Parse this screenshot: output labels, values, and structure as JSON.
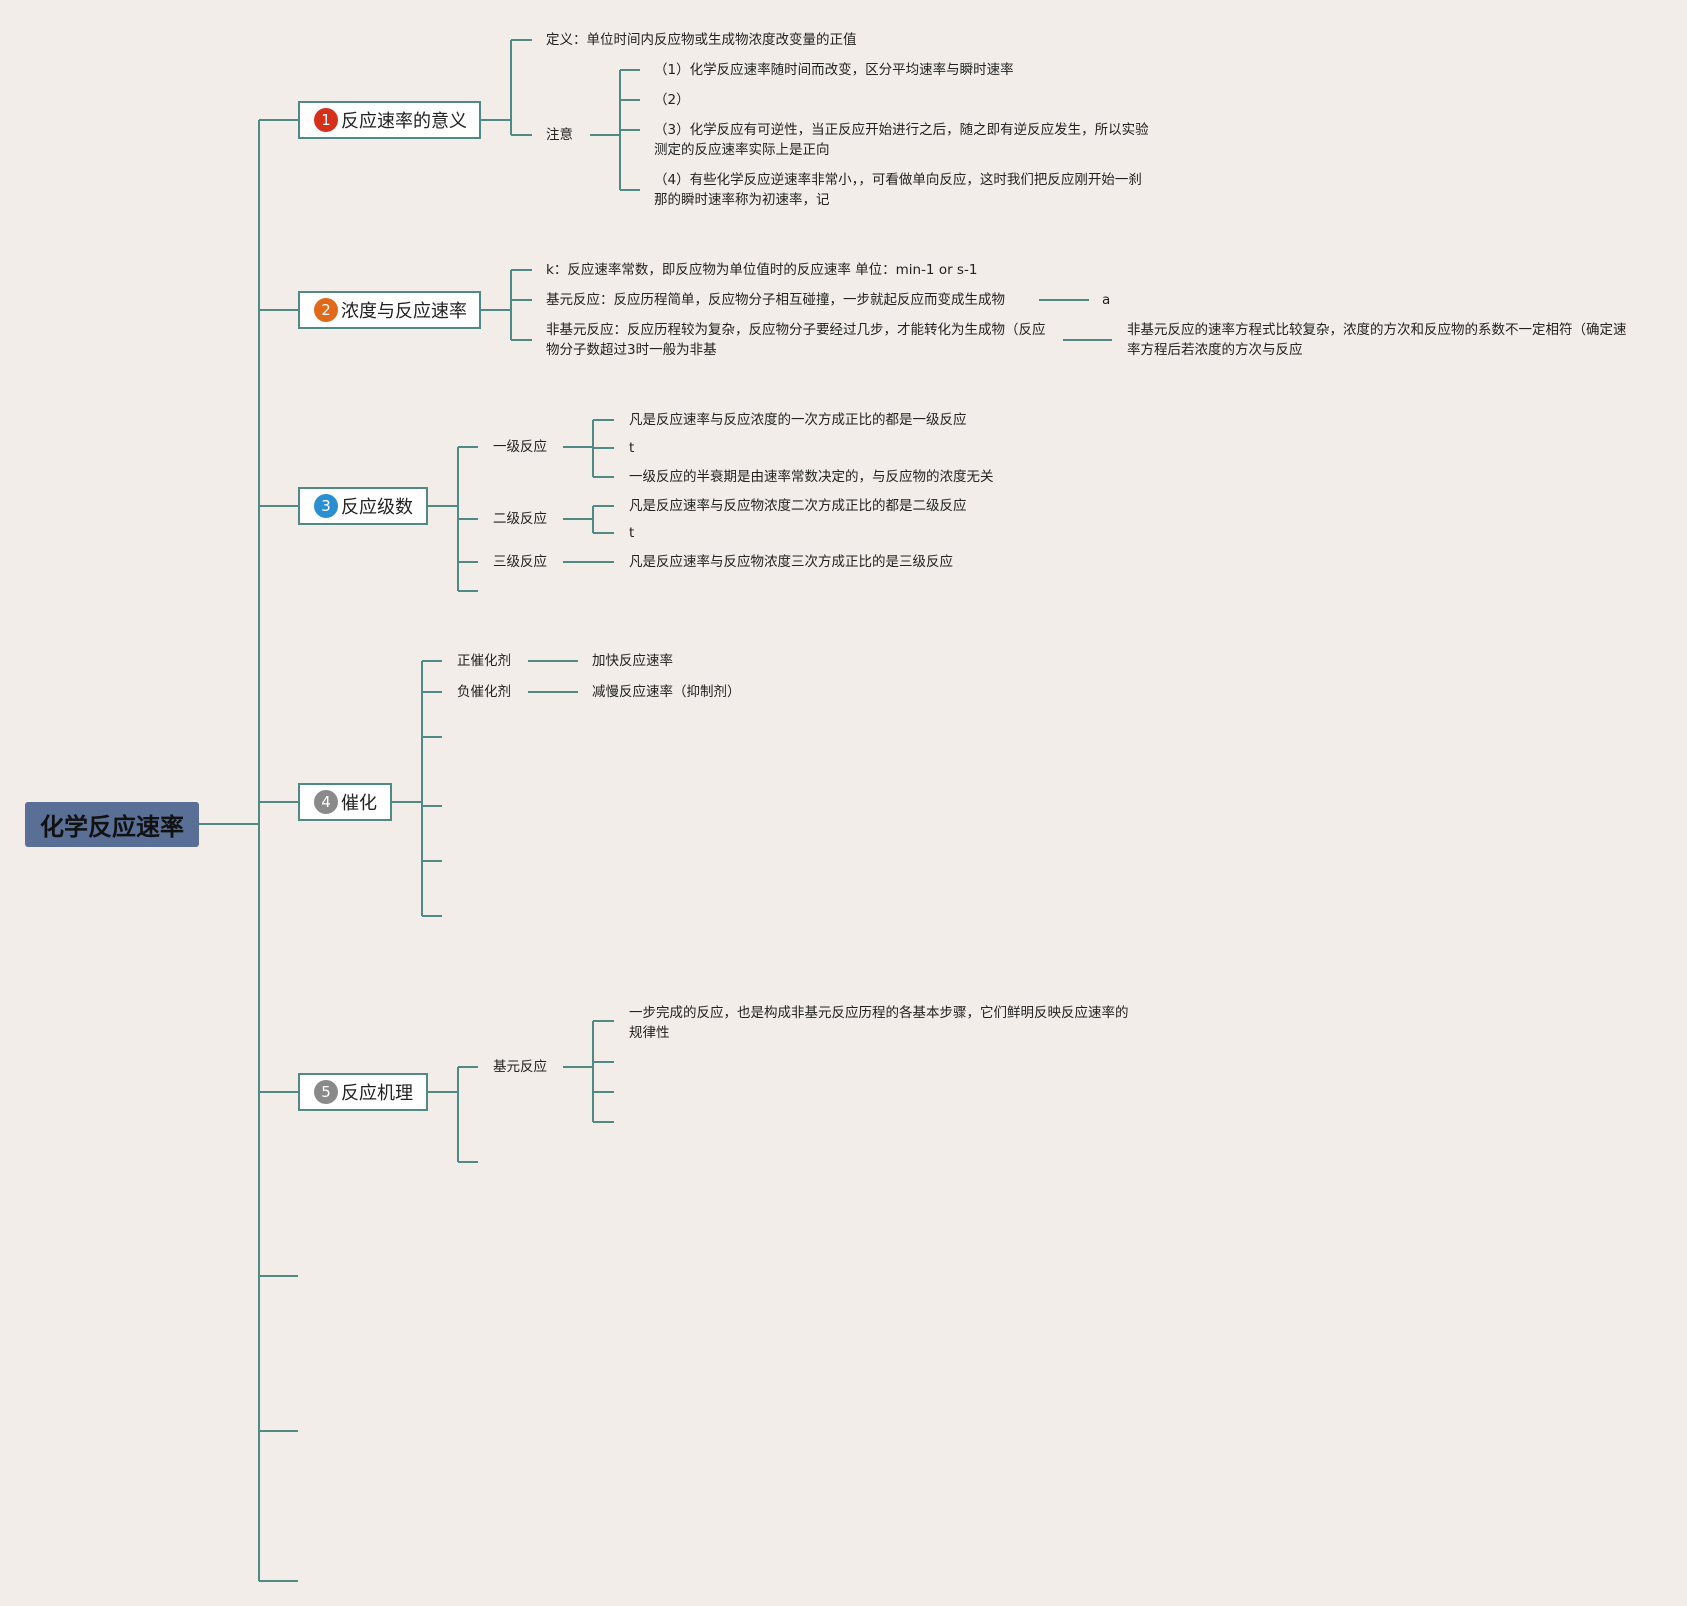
{
  "root": {
    "label": "化学反应速率",
    "color": "#5a6f96"
  },
  "line_color": "#4f8a86",
  "topics": [
    {
      "num": "1",
      "label": "反应速率的意义",
      "badge_color": "#d4301a"
    },
    {
      "num": "2",
      "label": "浓度与反应速率",
      "badge_color": "#e06a1a"
    },
    {
      "num": "3",
      "label": "反应级数",
      "badge_color": "#2a8fd0"
    },
    {
      "num": "4",
      "label": "催化",
      "badge_color": "#8a8a8a"
    },
    {
      "num": "5",
      "label": "反应机理",
      "badge_color": "#8a8a8a"
    }
  ],
  "t1": {
    "definition": "定义：单位时间内反应物或生成物浓度改变量的正值",
    "note_label": "注意",
    "notes": [
      "（1）化学反应速率随时间而改变，区分平均速率与瞬时速率",
      "（2）",
      "（3）化学反应有可逆性，当正反应开始进行之后，随之即有逆反应发生，所以实验测定的反应速率实际上是正向",
      "（4）有些化学反应逆速率非常小，，可看做单向反应，这时我们把反应刚开始一刹那的瞬时速率称为初速率，记"
    ]
  },
  "t2": {
    "k": "k：反应速率常数，即反应物为单位值时的反应速率 单位：min-1 or s-1",
    "elementary": "基元反应：反应历程简单，反应物分子相互碰撞，一步就起反应而变成生成物",
    "elementary_child": "a",
    "non_elementary": "非基元反应：反应历程较为复杂，反应物分子要经过几步，才能转化为生成物（反应物分子数超过3时一般为非基",
    "non_elementary_child": "非基元反应的速率方程式比较复杂，浓度的方次和反应物的系数不一定相符（确定速率方程后若浓度的方次与反应"
  },
  "t3": {
    "first": {
      "label": "一级反应",
      "items": [
        "凡是反应速率与反应浓度的一次方成正比的都是一级反应",
        "t",
        "一级反应的半衰期是由速率常数决定的，与反应物的浓度无关"
      ]
    },
    "second": {
      "label": "二级反应",
      "items": [
        "凡是反应速率与反应物浓度二次方成正比的都是二级反应",
        "t"
      ]
    },
    "third": {
      "label": "三级反应",
      "items": [
        "凡是反应速率与反应物浓度三次方成正比的是三级反应"
      ]
    }
  },
  "t4": {
    "positive": {
      "label": "正催化剂",
      "child": "加快反应速率"
    },
    "negative": {
      "label": "负催化剂",
      "child": "减慢反应速率（抑制剂）"
    }
  },
  "t5": {
    "elementary": {
      "label": "基元反应",
      "child": "一步完成的反应，也是构成非基元反应历程的各基本步骤，它们鲜明反映反应速率的规律性"
    }
  }
}
